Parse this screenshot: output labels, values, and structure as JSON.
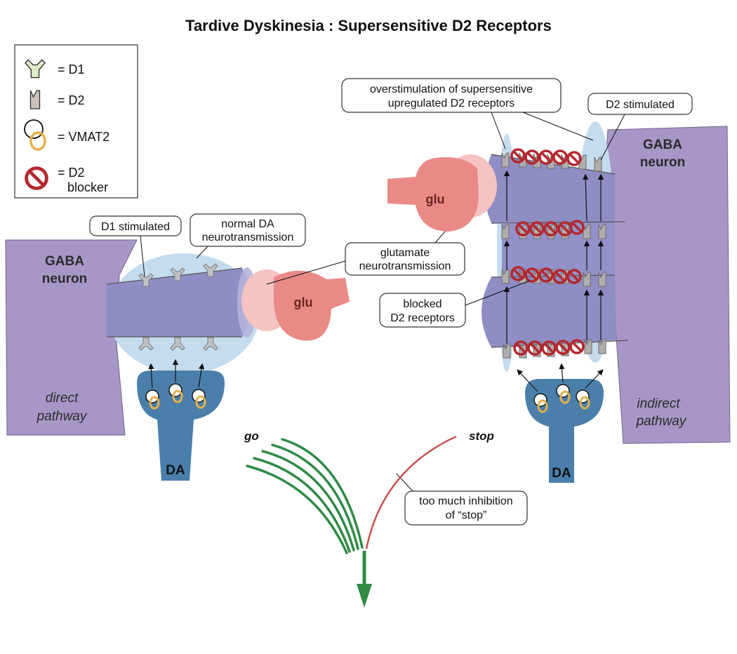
{
  "title": "Tardive Dyskinesia : Supersensitive D2 Receptors",
  "legend": {
    "d1": "= D1",
    "d2": "= D2",
    "vmat2": "= VMAT2",
    "blocker_line1": "= D2",
    "blocker_line2": "blocker"
  },
  "left": {
    "gaba_line1": "GABA",
    "gaba_line2": "neuron",
    "pathway_line1": "direct",
    "pathway_line2": "pathway",
    "glu": "glu",
    "da": "DA",
    "go": "go"
  },
  "right": {
    "gaba_line1": "GABA",
    "gaba_line2": "neuron",
    "pathway_line1": "indirect",
    "pathway_line2": "pathway",
    "glu": "glu",
    "da": "DA",
    "stop": "stop"
  },
  "callouts": {
    "d1_stimulated": "D1 stimulated",
    "normal_da_line1": "normal DA",
    "normal_da_line2": "neurotransmission",
    "glutamate_line1": "glutamate",
    "glutamate_line2": "neurotransmission",
    "overstim_line1": "overstimulation of supersensitive",
    "overstim_line2": "upregulated D2 receptors",
    "d2_stimulated": "D2 stimulated",
    "blocked_line1": "blocked",
    "blocked_line2": "D2 receptors",
    "inhibition_line1": "too much inhibition",
    "inhibition_line2": "of “stop”"
  },
  "colors": {
    "gaba": "#a797c7",
    "dendrite": "#8e8dc4",
    "synapse_glow": "#b9d4ea",
    "glu": "#e98a87",
    "glu_light": "#f5c3c1",
    "da": "#4a7fab",
    "go": "#2f8a44",
    "stop": "#c7524f",
    "blocker": "#b3282e",
    "receptor": "#aaaaaa",
    "d1_fill": "#dfeec8",
    "vmat": "#e5b04a"
  }
}
